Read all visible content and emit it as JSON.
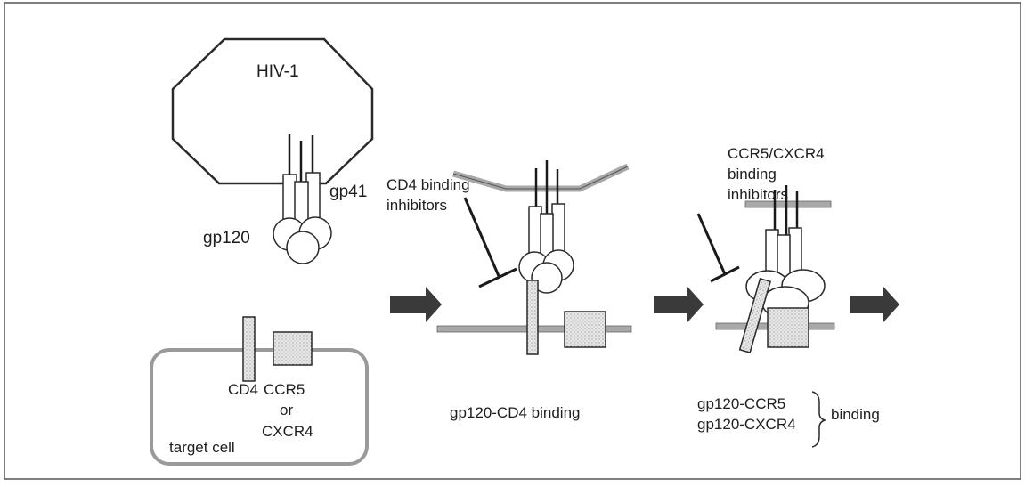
{
  "labels": {
    "virus": "HIV-1",
    "gp41": "gp41",
    "gp120": "gp120",
    "cd4": "CD4",
    "ccr5": "CCR5",
    "or": "or",
    "cxcr4": "CXCR4",
    "target_cell": "target cell",
    "cd4_inhibitors_line1": "CD4 binding",
    "cd4_inhibitors_line2": "inhibitors",
    "coreceptor_inhibitors_line1": "CCR5/CXCR4",
    "coreceptor_inhibitors_line2": "binding",
    "coreceptor_inhibitors_line3": "inhibitors",
    "step1_caption": "gp120-CD4 binding",
    "step2_caption_line1": "gp120-CCR5",
    "step2_caption_line2": "gp120-CXCR4",
    "step2_caption_suffix": "binding"
  },
  "colors": {
    "stroke": "#2a2a2a",
    "membrane": "#a8a8a8",
    "receptor": "#e4e4e4",
    "arrow": "#3a3a3a",
    "frame": "#555555"
  }
}
